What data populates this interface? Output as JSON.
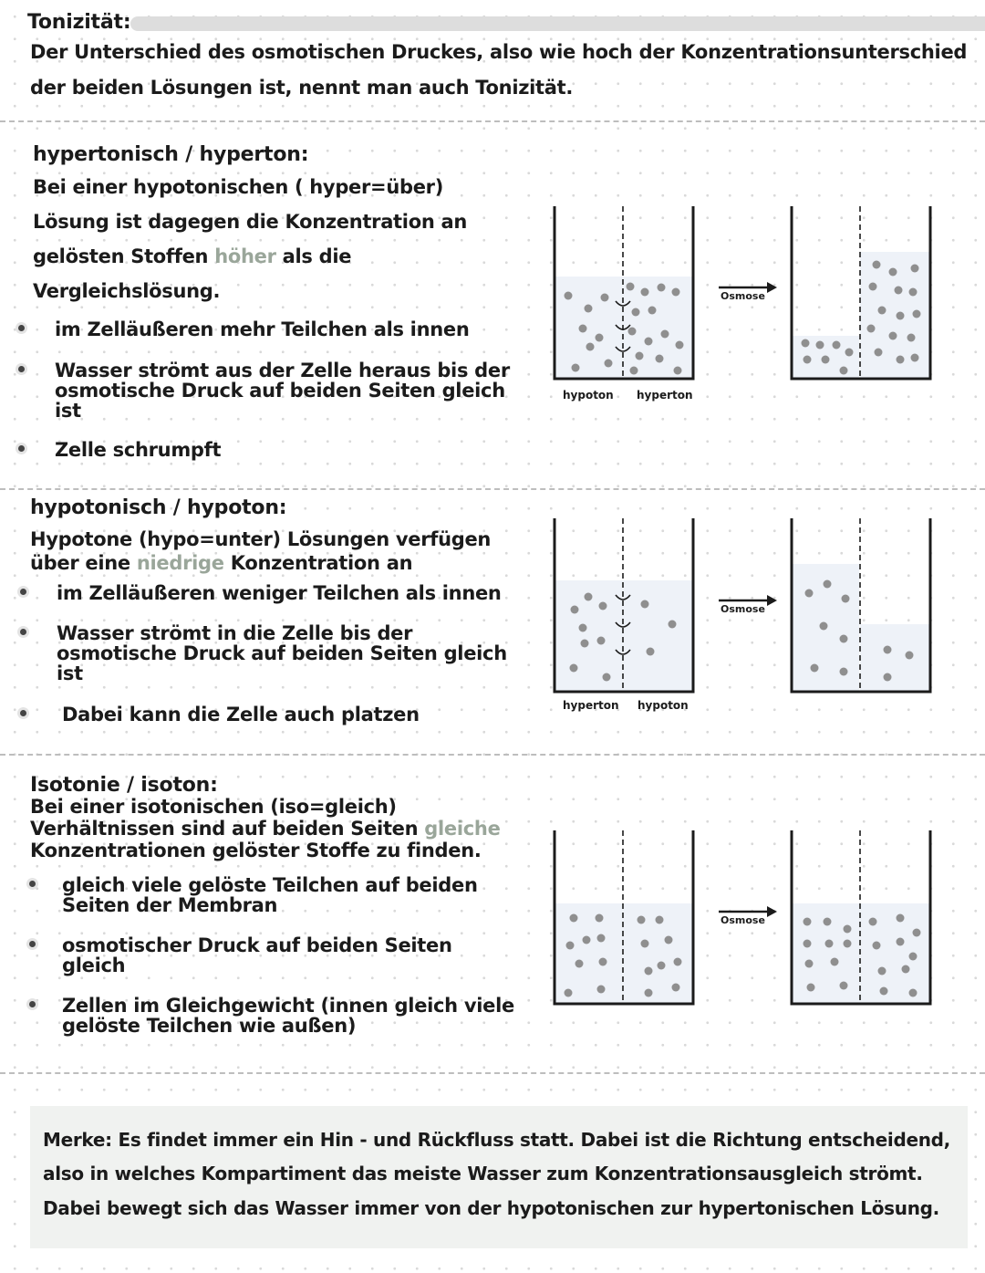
{
  "tonizitaet": {
    "heading": "Tonizität:",
    "line1": "Der Unterschied des osmotischen Druckes, also wie hoch der Konzentrationsunterschied",
    "line2": "der beiden Lösungen ist, nennt man auch Tonizität."
  },
  "hypertonisch": {
    "heading": "hypertonisch / hyperton:",
    "line1": "Bei einer hypotonischen ( hyper=über)",
    "line2": "Lösung ist dagegen die Konzentration an",
    "line3_a": "gelösten Stoffen ",
    "line3_hl": "höher",
    "line3_b": " als die",
    "line4": "Vergleichslösung.",
    "bullets": [
      "im Zelläußeren mehr Teilchen als innen",
      "Wasser strömt aus der Zelle heraus bis der",
      "osmotische Druck auf beiden Seiten gleich",
      "ist",
      "Zelle schrumpft"
    ],
    "diagram": {
      "left_label": "hypoton",
      "right_label": "hyperton",
      "arrow_label": "Osmose"
    }
  },
  "hypotonisch": {
    "heading": "hypotonisch / hypoton:",
    "line1": "Hypotone (hypo=unter) Lösungen verfügen",
    "line2_a": "über eine ",
    "line2_hl": "niedrige",
    "line2_b": " Konzentration an",
    "bullets": [
      "im Zelläußeren weniger Teilchen als innen",
      "Wasser strömt in die Zelle bis der",
      "osmotische Druck auf beiden Seiten gleich",
      "ist",
      "Dabei kann die Zelle auch platzen"
    ],
    "diagram": {
      "left_label": "hyperton",
      "right_label": "hypoton",
      "arrow_label": "Osmose"
    }
  },
  "isotonie": {
    "heading": "Isotonie / isoton:",
    "line1": "Bei einer isotonischen (iso=gleich)",
    "line2_a": "Verhältnissen sind auf beiden Seiten ",
    "line2_hl": "gleiche",
    "line3": "Konzentrationen gelöster Stoffe zu finden.",
    "bullets": [
      "gleich viele gelöste Teilchen auf beiden",
      "Seiten der Membran",
      "osmotischer Druck auf beiden Seiten",
      "gleich",
      "Zellen im Gleichgewicht (innen gleich viele",
      "gelöste Teilchen wie außen)"
    ],
    "diagram": {
      "arrow_label": "Osmose"
    }
  },
  "merke": {
    "line1": "Merke: Es findet immer ein Hin - und Rückfluss statt. Dabei ist die Richtung entscheidend,",
    "line2": "also in welches Kompartiment das meiste Wasser zum Konzentrationsausgleich strömt.",
    "line3": "Dabei bewegt sich das Wasser immer von der hypotonischen zur hypertonischen Lösung."
  },
  "colors": {
    "highlight": "#9aa69a",
    "water": "#eef2f8",
    "particle": "#8f8f8f",
    "merke_bg": "#f0f2f0",
    "heading_bar": "#dddddd"
  }
}
